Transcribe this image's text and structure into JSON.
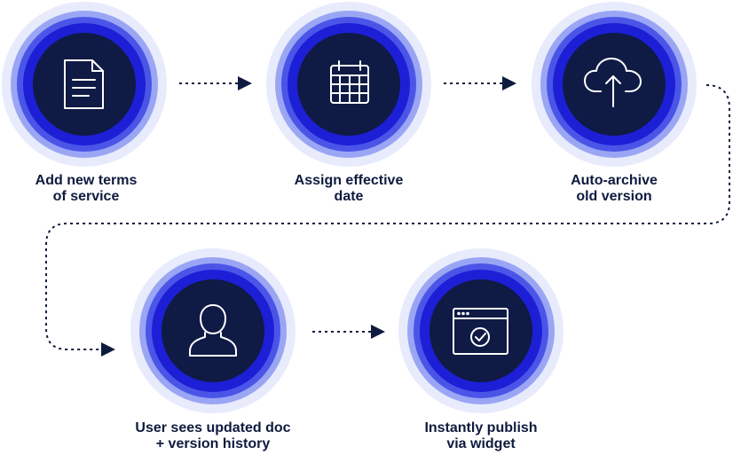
{
  "steps": [
    {
      "id": "add-terms",
      "icon": "document-icon",
      "label_line1": "Add new terms",
      "label_line2": "of service"
    },
    {
      "id": "assign-date",
      "icon": "calendar-icon",
      "label_line1": "Assign effective",
      "label_line2": "date"
    },
    {
      "id": "auto-archive",
      "icon": "cloud-upload-icon",
      "label_line1": "Auto-archive",
      "label_line2": "old version"
    },
    {
      "id": "user-sees",
      "icon": "user-icon",
      "label_line1": "User sees updated doc",
      "label_line2": "+ version history"
    },
    {
      "id": "publish",
      "icon": "browser-check-icon",
      "label_line1": "Instantly publish",
      "label_line2": "via widget"
    }
  ],
  "colors": {
    "ring_outer": "#e8ebfc",
    "ring_2": "#9aa6f4",
    "ring_3": "#4a55e8",
    "ring_4": "#1d1fd6",
    "core": "#0f1a45",
    "icon_stroke": "#ffffff",
    "text": "#0d1b3e",
    "connector": "#0d1b3e"
  }
}
